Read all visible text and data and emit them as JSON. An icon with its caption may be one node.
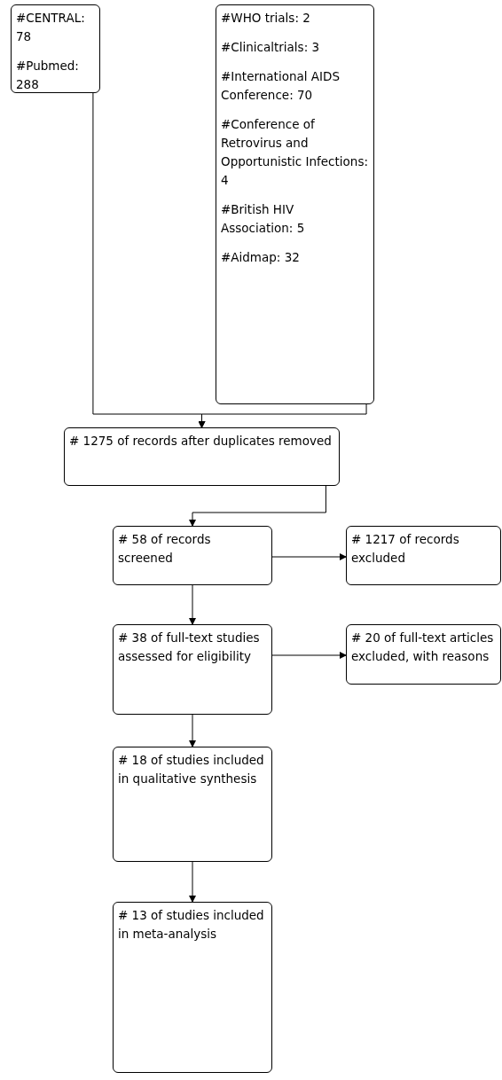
{
  "diagram": {
    "nodes": [
      {
        "text": [
          "#CENTRAL: 78",
          "#Pubmed: 288"
        ]
      },
      {
        "text": [
          "#WHO trials: 2",
          "#Clinicaltrials: 3",
          "#International AIDS Conference: 70",
          "#Conference of Retrovirus and Opportunistic Infections: 4",
          "#British HIV Association: 5",
          "#Aidmap: 32"
        ]
      },
      {
        "text": [
          "# 1275 of records after duplicates removed"
        ]
      },
      {
        "text": [
          "# 58 of records screened"
        ]
      },
      {
        "text": [
          "# 1217 of records excluded"
        ]
      },
      {
        "text": [
          "# 38 of full-text studies assessed for eligibility"
        ]
      },
      {
        "text": [
          "# 20 of full-text articles excluded, with reasons"
        ]
      },
      {
        "text": [
          "# 18 of studies included in qualitative synthesis"
        ]
      },
      {
        "text": [
          "# 13 of studies included in meta-analysis"
        ]
      }
    ],
    "edges": [
      {
        "from": 0,
        "to": 2,
        "arrow": "to"
      },
      {
        "from": 1,
        "to": 2,
        "arrow": "to"
      },
      {
        "from": 2,
        "to": 3,
        "arrow": "to"
      },
      {
        "from": 3,
        "to": 4,
        "arrow": "to"
      },
      {
        "from": 3,
        "to": 5,
        "arrow": "to"
      },
      {
        "from": 5,
        "to": 6,
        "arrow": "to"
      },
      {
        "from": 5,
        "to": 7,
        "arrow": "to"
      },
      {
        "from": 7,
        "to": 8,
        "arrow": "to"
      }
    ]
  }
}
